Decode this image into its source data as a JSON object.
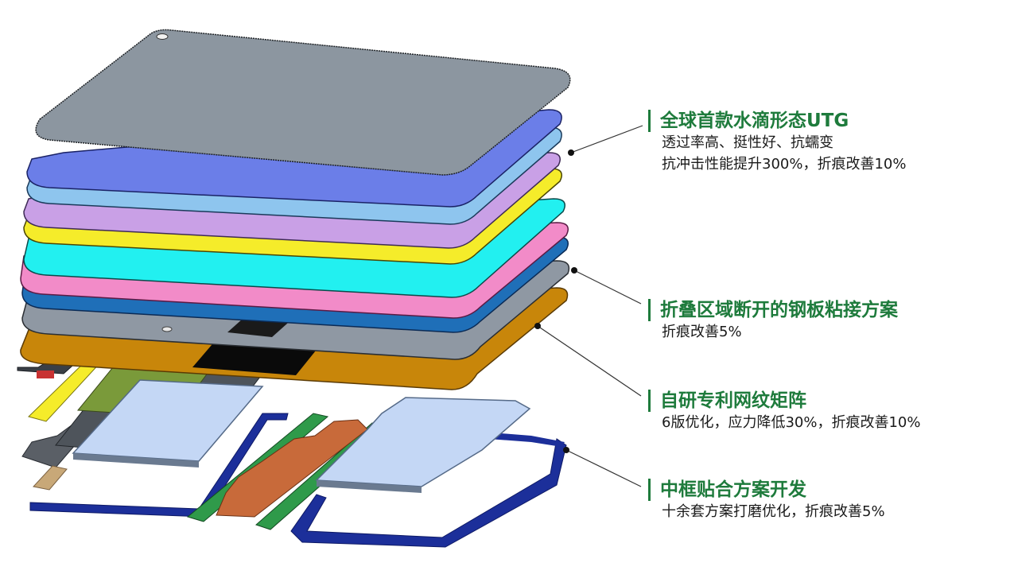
{
  "colors": {
    "accent_green": "#1e7b3c",
    "text_dark": "#1a1a1a",
    "leader_line": "#333333",
    "layer_utg": "#8c96a0",
    "layer_blue": "#6b7ee8",
    "layer_lightblue": "#8ec5ee",
    "layer_violet": "#c9a0e6",
    "layer_yellow": "#f5ec2a",
    "layer_cyan": "#22f0f0",
    "layer_pink": "#f28bc8",
    "layer_darkblue": "#1f6fb8",
    "layer_plate": "#8f98a3",
    "layer_copper": "#c8860a",
    "frame_navy": "#1c2f9a",
    "board_green": "#7a9a3a",
    "battery_lightblue": "#c4d7f5",
    "hinge_copper": "#c86a3a"
  },
  "callouts": [
    {
      "title": "全球首款水滴形态UTG",
      "lines": [
        "透过率高、挺性好、抗蠕变",
        "抗冲击性能提升300%，折痕改善10%"
      ]
    },
    {
      "title": "折叠区域断开的钢板粘接方案",
      "lines": [
        "折痕改善5%"
      ]
    },
    {
      "title": "自研专利网纹矩阵",
      "lines": [
        "6版优化，应力降低30%，折痕改善10%"
      ]
    },
    {
      "title": "中框贴合方案开发",
      "lines": [
        "十余套方案打磨优化，折痕改善5%"
      ]
    }
  ]
}
